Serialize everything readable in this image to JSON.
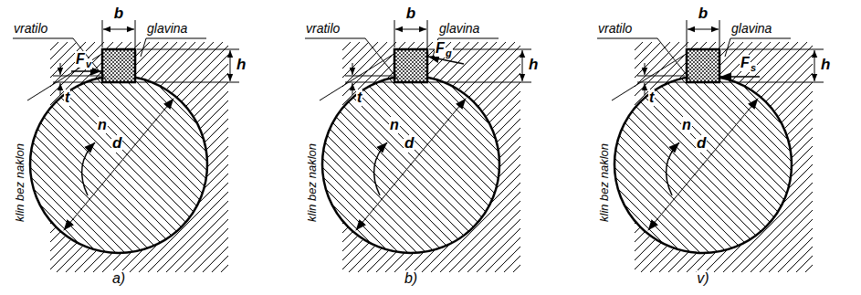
{
  "diagram": {
    "labels": [
      "b",
      "vratilo",
      "glavina",
      "F",
      "v",
      "h",
      "t",
      "n",
      "d",
      "klin bez naklon",
      "a)",
      "b",
      "vratilo",
      "glavina",
      "F",
      "g",
      "h",
      "t",
      "n",
      "d",
      "klin bez naklon",
      "b)",
      "b",
      "vratilo",
      "glavina",
      "F",
      "s",
      "h",
      "t",
      "n",
      "d",
      "klin bez naklon",
      "v)"
    ]
  }
}
